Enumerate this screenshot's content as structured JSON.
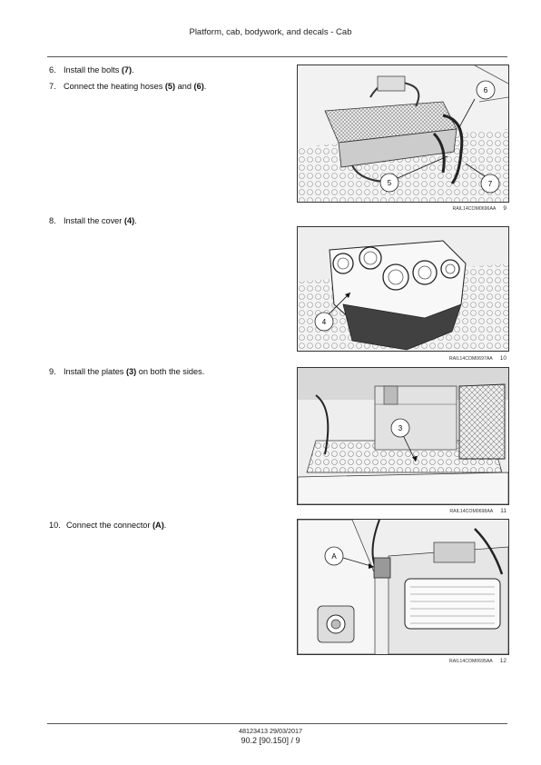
{
  "header": {
    "title": "Platform, cab, bodywork, and decals - Cab"
  },
  "steps": [
    {
      "num": "6.",
      "text": "Install the bolts ",
      "ref": "(7)",
      "tail": "."
    },
    {
      "num": "7.",
      "text": "Connect the heating hoses ",
      "ref": "(5)",
      "mid": " and ",
      "ref2": "(6)",
      "tail": "."
    },
    {
      "num": "8.",
      "text": "Install the cover ",
      "ref": "(4)",
      "tail": "."
    },
    {
      "num": "9.",
      "text": "Install the plates ",
      "ref": "(3)",
      "tail": " on both the sides."
    },
    {
      "num": "10.",
      "text": "Connect the connector ",
      "ref": "(A)",
      "tail": "."
    }
  ],
  "figures": [
    {
      "code": "RAIL14COM0696AA",
      "number": "9",
      "callouts": [
        "6",
        "5",
        "7"
      ]
    },
    {
      "code": "RAIL14COM0697AA",
      "number": "10",
      "callouts": [
        "4"
      ]
    },
    {
      "code": "RAIL14COM0698AA",
      "number": "11",
      "callouts": [
        "3"
      ]
    },
    {
      "code": "RAIL14COM0695AA",
      "number": "12",
      "callouts": [
        "A"
      ]
    }
  ],
  "footer": {
    "doc": "48123413 29/03/2017",
    "page": "90.2 [90.150] / 9"
  }
}
